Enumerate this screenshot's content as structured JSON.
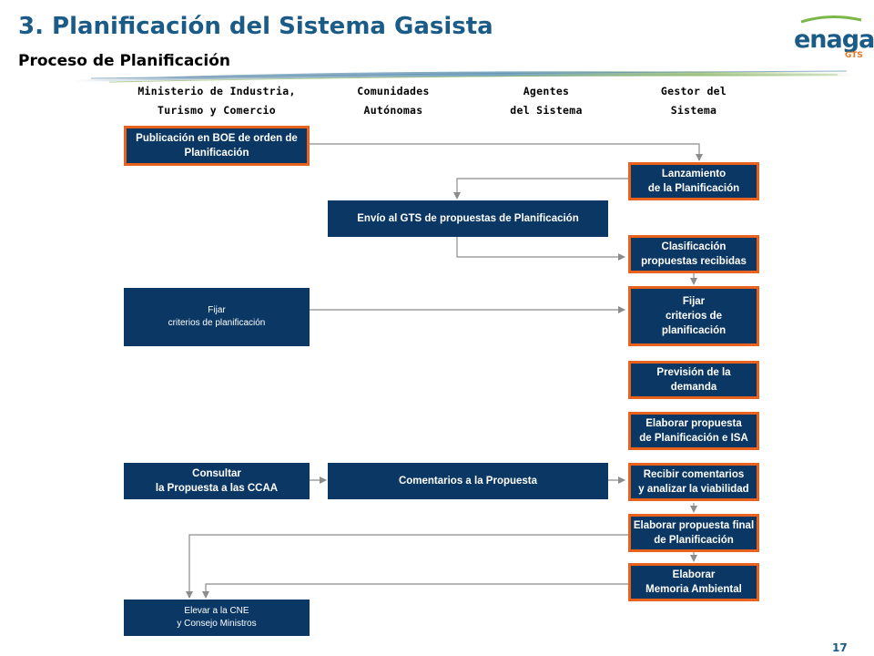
{
  "header": {
    "title": "3. Planificación del Sistema Gasista",
    "subtitle": "Proceso de Planificación"
  },
  "logo": {
    "word": "enagas",
    "sub": "GTS"
  },
  "columns": [
    "Ministerio de Industria,\nTurismo y Comercio",
    "Comunidades\nAutónomas",
    "Agentes\ndel Sistema",
    "Gestor del\nSistema"
  ],
  "boxes": {
    "publicacion_boe": "Publicación en BOE de orden de\nPlanificación",
    "lanzamiento": "Lanzamiento\nde la Planificación",
    "envio_gts": "Envío al GTS de propuestas de Planificación",
    "clasificacion": "Clasificación\npropuestas recibidas",
    "fijar_ministerio": "Fijar\ncriterios de planificación",
    "fijar_gestor": "Fijar\ncriterios de\nplanificación",
    "prevision": "Previsión de la\ndemanda",
    "elaborar_propuesta": "Elaborar propuesta\nde Planificación e ISA",
    "consultar": "Consultar\nla Propuesta a las CCAA",
    "comentarios": "Comentarios a la Propuesta",
    "recibir_comentarios": "Recibir comentarios\ny analizar la viabilidad",
    "propuesta_final": "Elaborar propuesta final\nde Planificación",
    "memoria": "Elaborar\nMemoria Ambiental",
    "elevar_cne": "Elevar a la CNE\ny Consejo Ministros"
  },
  "colors": {
    "title": "#1a5b87",
    "box_fill": "#0a3764",
    "box_border": "#e8641e",
    "connector": "#8c8c8c"
  },
  "icons": [
    "enagas-logo-swoosh",
    "arrow-head"
  ],
  "page_number": "17"
}
